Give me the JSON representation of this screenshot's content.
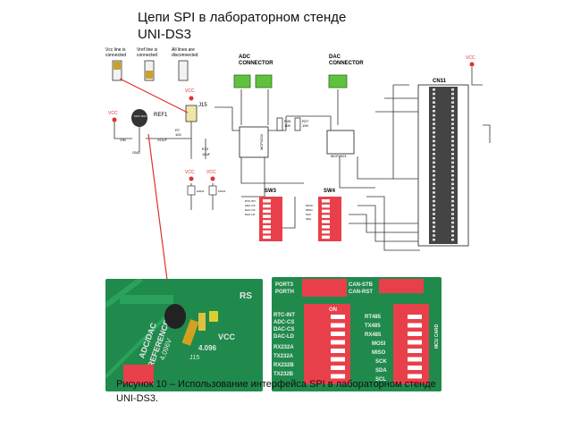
{
  "slide": {
    "title_line1": "Цепи SPI в лабораторном стенде",
    "title_line2": "UNI-DS3",
    "caption_line1": "Рисунок 10 – Использование интерфейса SPI в лабораторном стенде",
    "caption_line2": "UNI-DS3."
  },
  "schematic": {
    "jumper_labels": [
      [
        "Vcc line is",
        "connected"
      ],
      [
        "Vref line is",
        "connected"
      ],
      [
        "All lines are",
        "disconnected"
      ]
    ],
    "adc_connector": [
      "ADC",
      "CONNECTOR"
    ],
    "dac_connector": [
      "DAC",
      "CONNECTOR"
    ],
    "vcc": "VCC",
    "ref1": "REF1",
    "ref_chip": "MCP 1541",
    "j15": "J15",
    "r7": [
      "R7",
      "100"
    ],
    "e10": [
      "E10",
      "10uF"
    ],
    "vin": "VIN",
    "vout": "VOUT",
    "gnd": "GND",
    "r26": [
      "R26",
      "10K"
    ],
    "r27": [
      "R27",
      "10K"
    ],
    "adc_chip": "MCP3204",
    "dac_chip": "MCP4921",
    "cn11": "CN11",
    "sw3": "SW3",
    "sw4": "SW4",
    "cap_label": "100nF",
    "sw3_pins": [
      "RTC-INT",
      "ADC-CS",
      "DAC-CS",
      "DAC-LD"
    ],
    "sw4_pins": [
      "MOSI",
      "MISO",
      "SCK",
      "SDA"
    ]
  },
  "photo_left": {
    "labels": [
      "ADC/DAC",
      "REFERENCE",
      "4.096V",
      "VCC",
      "J15",
      "4.096",
      "RS"
    ]
  },
  "photo_right": {
    "labels": [
      "PORT3",
      "PORTH",
      "CAN-STB",
      "CAN-RST",
      "RTC-INT",
      "ADC-CS",
      "DAC-CS",
      "DAC-LD",
      "RX232A",
      "TX232A",
      "RX232B",
      "TX232B",
      "RT485",
      "TX485",
      "RX485",
      "MOSI",
      "MISO",
      "SCK",
      "SDA",
      "SCL",
      "ON",
      "MCU CARD"
    ]
  },
  "colors": {
    "pcb_green": "#1f8a4c",
    "switch_red": "#e8404a",
    "connector_green": "#5fc23f",
    "wire_red": "#e03030"
  }
}
